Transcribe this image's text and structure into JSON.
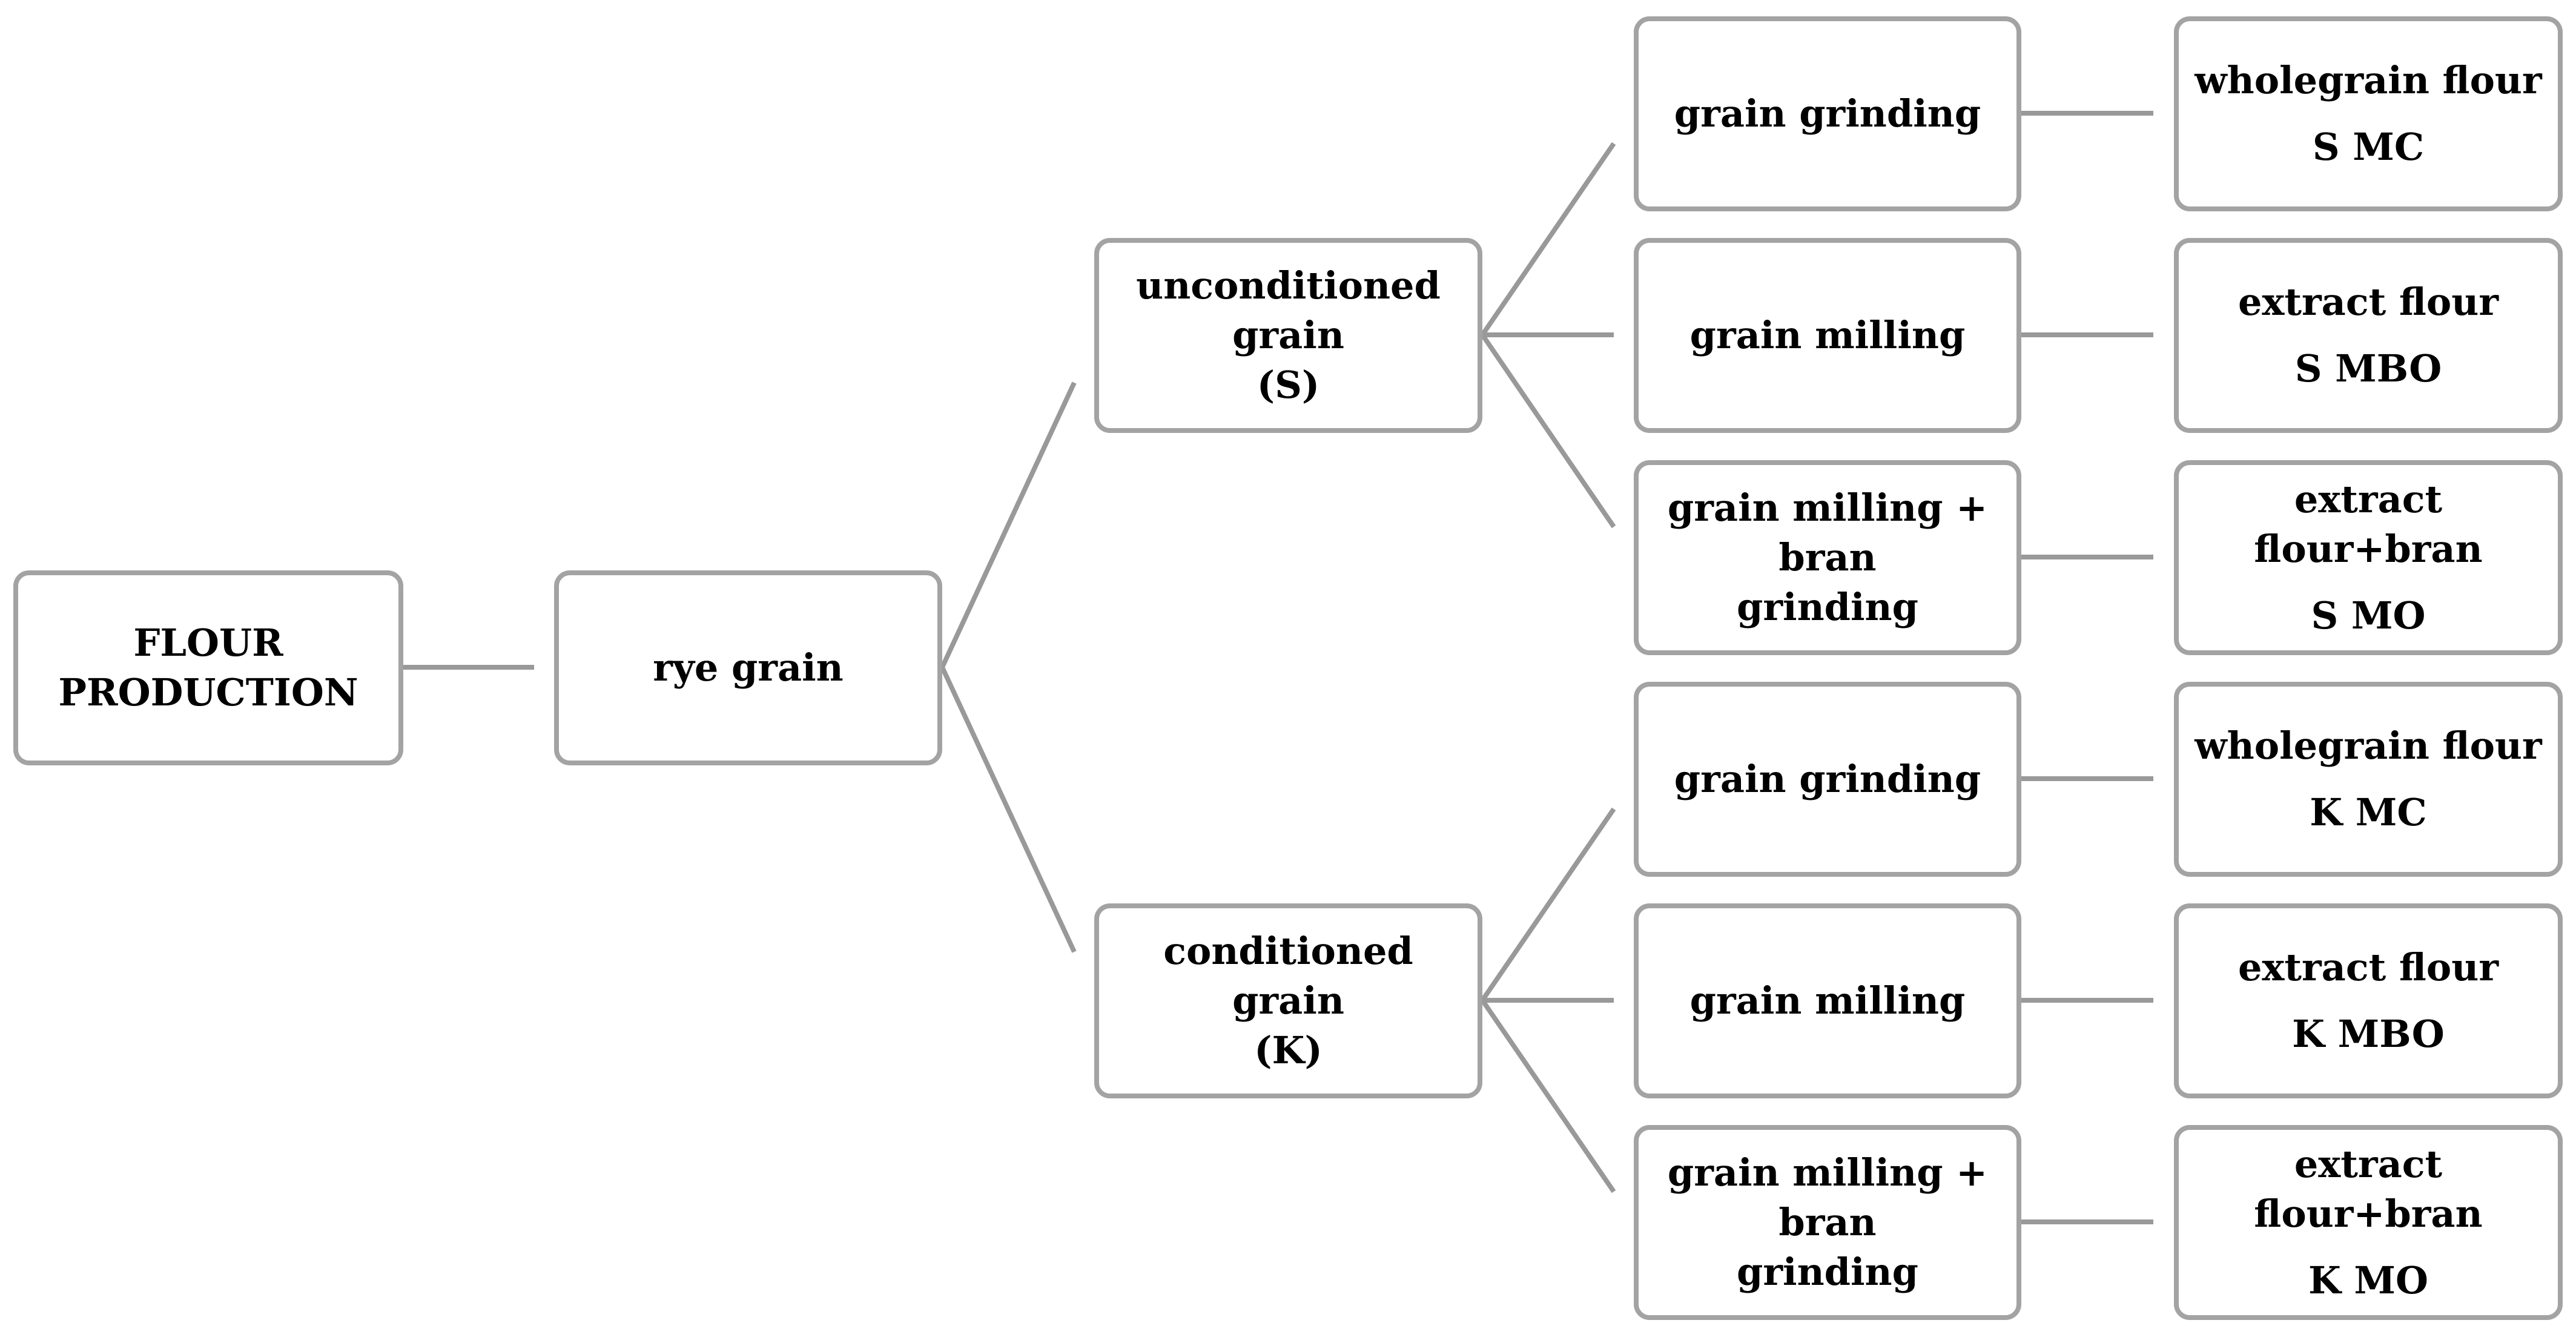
{
  "root": {
    "line1": "FLOUR",
    "line2": "PRODUCTION"
  },
  "grain": {
    "label": "rye grain"
  },
  "conditioning": [
    {
      "line1": "unconditioned",
      "line2": "grain",
      "code": "(S)"
    },
    {
      "line1": "conditioned grain",
      "code": "(K)"
    }
  ],
  "processes": {
    "grinding": "grain grinding",
    "milling": "grain milling",
    "milling_bran_line1": "grain milling + bran",
    "milling_bran_line2": "grinding"
  },
  "products": {
    "wholegrain": "wholegrain flour",
    "extract": "extract flour",
    "extract_bran": "extract flour+bran"
  },
  "product_codes": {
    "s_mc": "S MC",
    "s_mbo": "S MBO",
    "s_mo": "S MO",
    "k_mc": "K MC",
    "k_mbo": "K MBO",
    "k_mo": "K MO"
  },
  "colors": {
    "border": "#a3a3a3",
    "connector": "#999999",
    "text": "#000000",
    "background": "#ffffff"
  }
}
